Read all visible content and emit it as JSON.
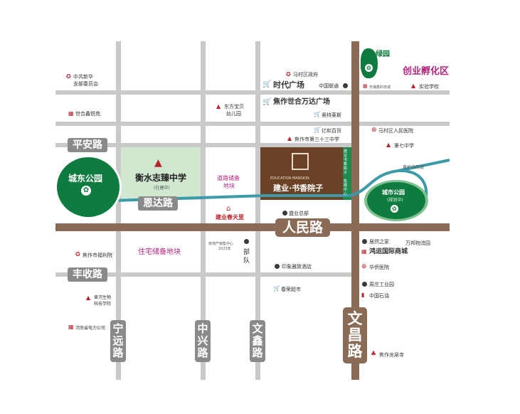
{
  "roads": {
    "pingan": "平安路",
    "enda": "恩达路",
    "renmin": "人民路",
    "fengshou": "丰收路",
    "ningyuan": "宁远路",
    "zhongxing": "中兴路",
    "wenxin": "文鑫路",
    "wenchang": "文昌路"
  },
  "parks": {
    "chengdong": "城东公园",
    "city_park": "城市公园",
    "city_park_sub": "(规划中)",
    "lvyuan": "绿园"
  },
  "areas": {
    "incubator": "创业孵化区",
    "school": "衡水志臻中学",
    "school_sub": "(在建中)",
    "reserve_land_top_line1": "道路储备",
    "reserve_land_top_line2": "地块",
    "reserve_land_bottom": "住宅储备地块"
  },
  "project": {
    "name": "建业·书香院子",
    "en": "EDUCATION  MANSION",
    "side_sign_1": "建业书香院子",
    "side_sign_2": "售楼中心"
  },
  "pois": {
    "party_committee_1": "中共新华",
    "party_committee_2": "支部委员会",
    "shijinjiayue": "世合鑫悦苑",
    "dongfang_line1": "东方宝贝",
    "dongfang_line2": "幼儿园",
    "macun_gov": "马村区政府",
    "times_square": "时代广场",
    "china_unicom": "中国联通",
    "wanda": "焦作世合万达广场",
    "aotelai": "奥特莱斯",
    "yihe": "亿和百货",
    "school33": "焦作市第三十三中学",
    "macun_hospital": "马村区人民医院",
    "school7": "第七中学",
    "tianruixin": "天瑞鑫科技城",
    "shiyan": "实验学校",
    "jianye_chunli": "建业春天里",
    "shengye": "盛业总部",
    "shengchan": "房地产销售中心",
    "shengchan_sub": "2023年",
    "budui_1": "部",
    "budui_2": "队",
    "welfare": "焦作市福利院",
    "yinxiang_hotel": "印象雅致酒店",
    "chunrong": "春荣超市",
    "juranzhijia": "居然之家",
    "wanna": "万邦物流园",
    "hongyun": "鸿运国际商城",
    "huaqiao": "华侨医院",
    "zhouzhuang": "周庄工业园",
    "sinopec": "中国石油",
    "longquan": "焦作龙泉寺",
    "huanghe_1": "黄河生物",
    "huanghe_2": "科技学院",
    "power": "河南省电力公司",
    "river": "黄栌沟河道"
  },
  "colors": {
    "minor_road": "#c9c9c9",
    "main_road": "#8a6b55",
    "river": "#3d9aa8",
    "park": "#0f7c3f",
    "school_block": "#cfe8cf",
    "project_block": "#6b4226",
    "accent": "#b4267e"
  }
}
